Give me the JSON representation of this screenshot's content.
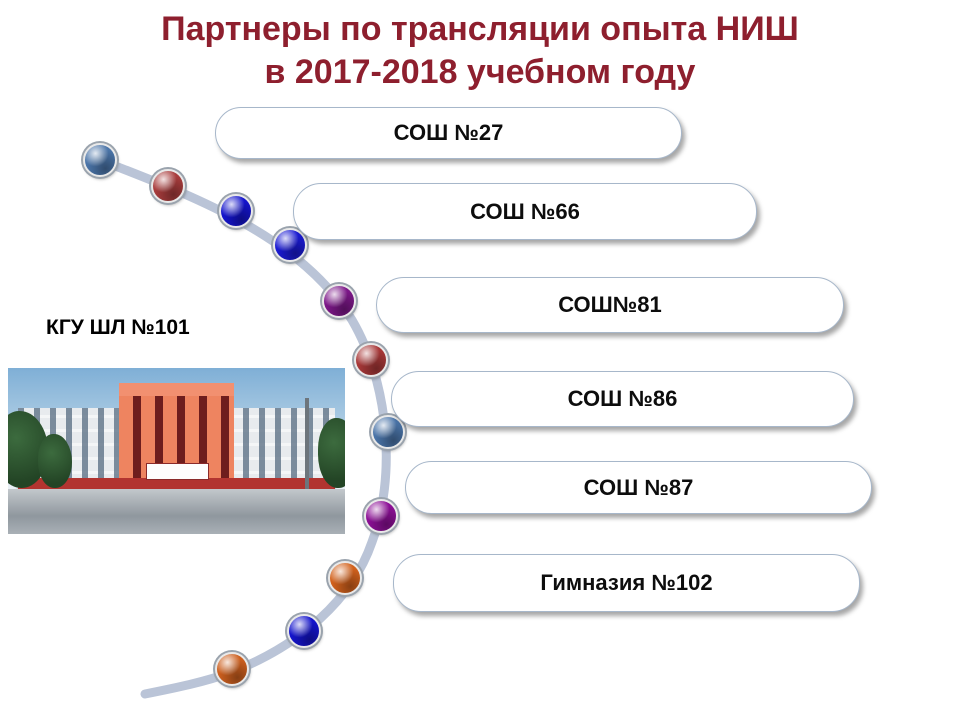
{
  "slide": {
    "title_line1": "Партнеры по трансляции опыта НИШ",
    "title_line2": "в 2017-2018 учебном году",
    "title_color": "#8e1f2e"
  },
  "photo": {
    "label": "КГУ ШЛ №101",
    "image_name": "school-building-photo"
  },
  "partners": [
    {
      "label": "СОШ №27"
    },
    {
      "label": "СОШ №66"
    },
    {
      "label": "СОШ№81"
    },
    {
      "label": "СОШ №86"
    },
    {
      "label": "СОШ №87"
    },
    {
      "label": "Гимназия №102"
    }
  ],
  "beads": [
    {
      "color": "#4a74a8"
    },
    {
      "color": "#a83c3c"
    },
    {
      "color": "#1414cc"
    },
    {
      "color": "#1a1ad2"
    },
    {
      "color": "#7c1788"
    },
    {
      "color": "#a83838"
    },
    {
      "color": "#4a74a8"
    },
    {
      "color": "#8c0f96"
    },
    {
      "color": "#d2611c"
    },
    {
      "color": "#1414cc"
    },
    {
      "color": "#cc5f1e"
    }
  ],
  "curve_color": "#bac4d7"
}
